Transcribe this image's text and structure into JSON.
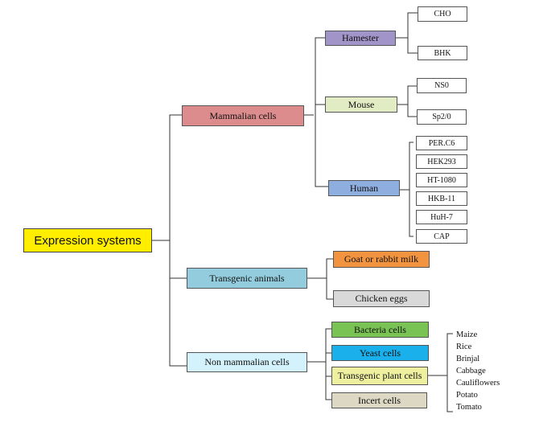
{
  "root": "Expression systems",
  "categories": {
    "mammalian": "Mammalian cells",
    "transgenic_animals": "Transgenic animals",
    "non_mammalian": "Non mammalian cells"
  },
  "mammalian": {
    "hamster": "Hamester",
    "mouse": "Mouse",
    "human": "Human",
    "hamster_lines": [
      "CHO",
      "BHK"
    ],
    "mouse_lines": [
      "NS0",
      "Sp2/0"
    ],
    "human_lines": [
      "PER.C6",
      "HEK293",
      "HT-1080",
      "HKB-11",
      "HuH-7",
      "CAP"
    ]
  },
  "transgenic": {
    "milk": "Goat or rabbit milk",
    "eggs": "Chicken eggs"
  },
  "non_mammalian": {
    "bacteria": "Bacteria cells",
    "yeast": "Yeast cells",
    "plant": "Transgenic plant cells",
    "insect": "Incert cells"
  },
  "plants": [
    "Maize",
    "Rice",
    "Brinjal",
    "Cabbage",
    "Cauliflowers",
    "Potato",
    "Tomato"
  ],
  "colors": {
    "root": "#ffee00",
    "mammalian": "#dc8c8c",
    "hamster": "#a194c8",
    "mouse": "#e2ecc4",
    "human": "#8eaee0",
    "transgenic_animals": "#93cddd",
    "non_mammalian": "#d4f2fb",
    "milk": "#f2943f",
    "eggs": "#d9d9d9",
    "bacteria": "#79c254",
    "yeast": "#1ab0ec",
    "plant": "#eef0a0",
    "insect": "#dcd8c4"
  }
}
